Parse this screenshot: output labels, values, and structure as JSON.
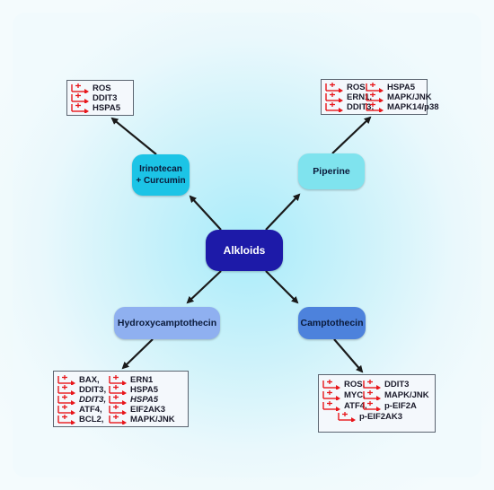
{
  "center": {
    "label": "Alkloids"
  },
  "nodes": {
    "irinotecan": {
      "line1": "Irinotecan",
      "line2": "+ Curcumin"
    },
    "piperine": {
      "label": "Piperine"
    },
    "hydroxy": {
      "label": "Hydroxycamptothecin"
    },
    "campto": {
      "label": "Camptothecin"
    }
  },
  "targets": {
    "irinotecan": [
      "ROS",
      "DDIT3",
      "HSPA5"
    ],
    "piperine": {
      "col1": [
        "ROS,",
        "ERN1,",
        "DDIT3,"
      ],
      "col2": [
        "HSPA5",
        "MAPK/JNK",
        "MAPK14/p38"
      ]
    },
    "hydroxy": {
      "col1": [
        "BAX,",
        "DDIT3,",
        "DDIT3,",
        "ATF4,",
        "BCL2,"
      ],
      "col2": [
        "ERN1",
        "HSPA5",
        "HSPA5",
        "EIF2AK3",
        "MAPK/JNK"
      ]
    },
    "campto": {
      "col1": [
        "ROS,",
        "MYC,",
        "ATF4,"
      ],
      "col2": [
        "DDIT3",
        "MAPK/JNK",
        "p-EIF2A"
      ],
      "extra": "p-EIF2AK3"
    }
  },
  "colors": {
    "center": "#1d1aa8",
    "irinotecan": "#1cc4e6",
    "piperine": "#7fe3ee",
    "hydroxy": "#8fb0f0",
    "campto": "#4d82dc",
    "upregulation_arrow": "#e8161b",
    "connector": "#1a1a1a"
  },
  "icons": {
    "regulation": "upregulation-arrow-icon"
  }
}
